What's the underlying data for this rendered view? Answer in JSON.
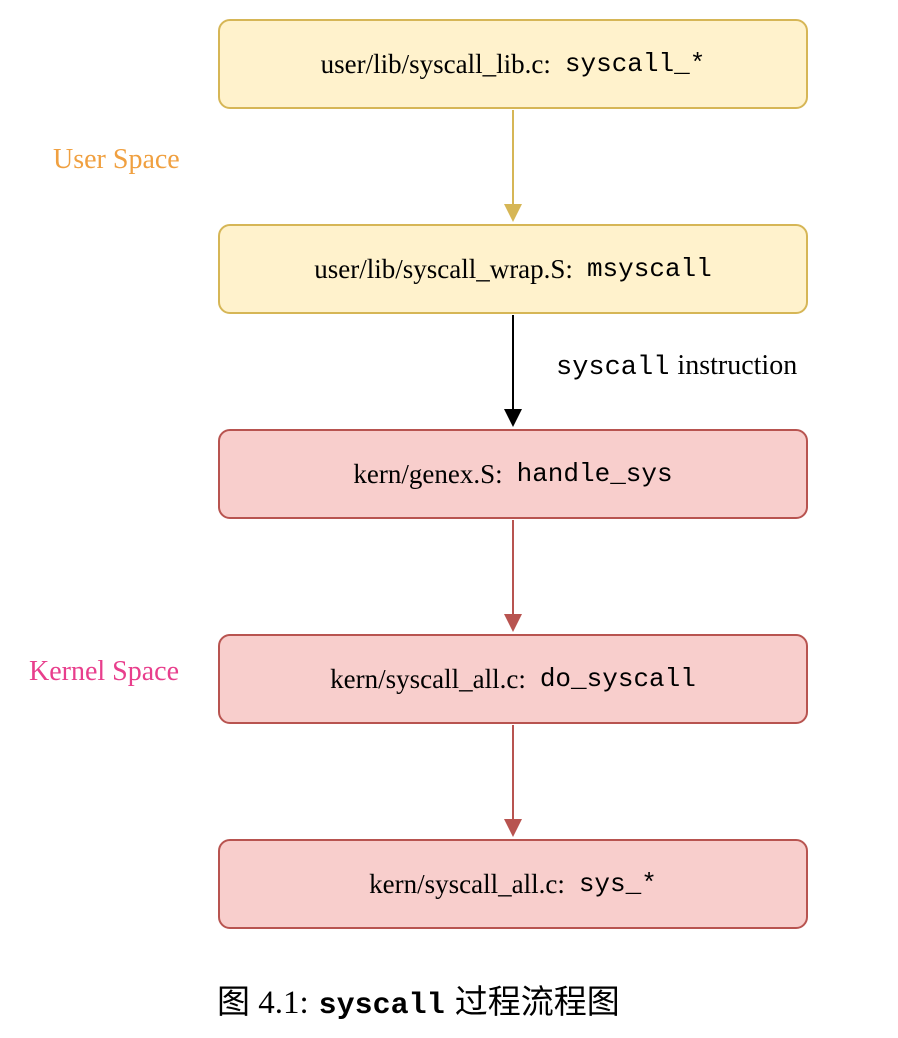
{
  "space_labels": {
    "user": "User Space",
    "kernel": "Kernel Space"
  },
  "boxes": [
    {
      "file": "user/lib/syscall_lib.c:",
      "symbol": "syscall_*"
    },
    {
      "file": "user/lib/syscall_wrap.S:",
      "symbol": "msyscall"
    },
    {
      "file": "kern/genex.S:",
      "symbol": "handle_sys"
    },
    {
      "file": "kern/syscall_all.c:",
      "symbol": "do_syscall"
    },
    {
      "file": "kern/syscall_all.c:",
      "symbol": "sys_*"
    }
  ],
  "edge_label": {
    "code": "syscall",
    "text": "instruction"
  },
  "caption": {
    "prefix": "图 4.1:",
    "code": "syscall",
    "suffix": "过程流程图"
  },
  "colors": {
    "user_fill": "#fff2cc",
    "user_stroke": "#d6b656",
    "kernel_fill": "#f8cecc",
    "kernel_stroke": "#b85450",
    "user_label": "#f0a040",
    "kernel_label": "#e83e8c"
  }
}
